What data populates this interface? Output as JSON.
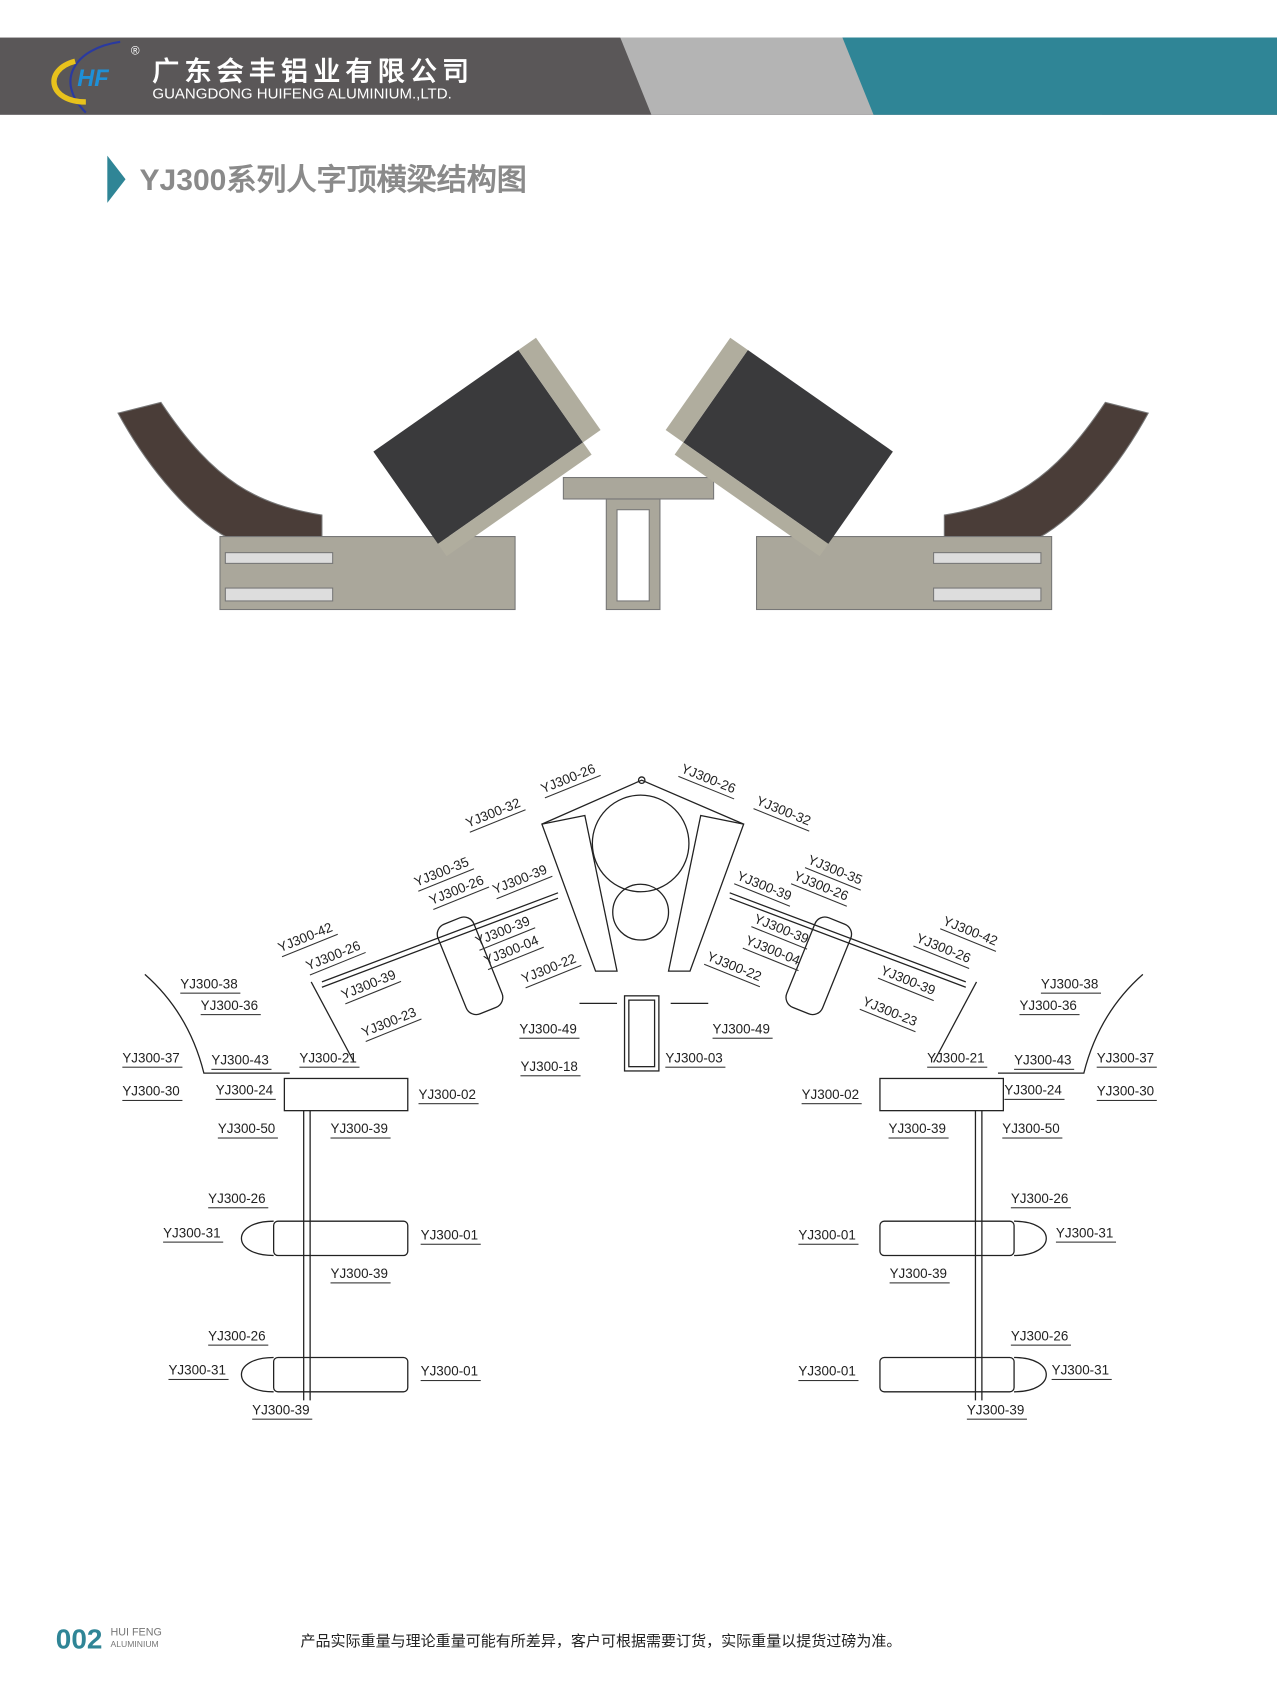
{
  "header": {
    "company_cn": "广东会丰铝业有限公司",
    "company_en": "GUANGDONG HUIFENG ALUMINIUM.,LTD.",
    "logo_text": "HF",
    "registered": "®",
    "colors": {
      "dark": "#5a5758",
      "grey": "#b4b4b4",
      "teal": "#2f8596"
    }
  },
  "page_title": "YJ300系列人字顶横梁结构图",
  "diagram": {
    "labels": [
      "YJ300-32",
      "YJ300-26",
      "YJ300-35",
      "YJ300-26",
      "YJ300-39",
      "YJ300-39",
      "YJ300-04",
      "YJ300-22",
      "YJ300-42",
      "YJ300-26",
      "YJ300-39",
      "YJ300-23",
      "YJ300-38",
      "YJ300-36",
      "YJ300-37",
      "YJ300-43",
      "YJ300-21",
      "YJ300-30",
      "YJ300-24",
      "YJ300-02",
      "YJ300-50",
      "YJ300-39",
      "YJ300-26",
      "YJ300-31",
      "YJ300-01",
      "YJ300-39",
      "YJ300-26",
      "YJ300-31",
      "YJ300-01",
      "YJ300-39",
      "YJ300-49",
      "YJ300-49",
      "YJ300-18",
      "YJ300-03",
      "YJ300-26",
      "YJ300-32",
      "YJ300-35",
      "YJ300-26",
      "YJ300-39",
      "YJ300-39",
      "YJ300-04",
      "YJ300-22",
      "YJ300-42",
      "YJ300-26",
      "YJ300-39",
      "YJ300-23",
      "YJ300-38",
      "YJ300-36",
      "YJ300-37",
      "YJ300-43",
      "YJ300-21",
      "YJ300-30",
      "YJ300-24",
      "YJ300-02",
      "YJ300-39",
      "YJ300-50",
      "YJ300-26",
      "YJ300-31",
      "YJ300-01",
      "YJ300-39",
      "YJ300-26",
      "YJ300-31",
      "YJ300-01",
      "YJ300-39"
    ]
  },
  "footer": {
    "page_number": "002",
    "brand_line1": "HUI FENG",
    "brand_line2": "ALUMINIUM",
    "note": "产品实际重量与理论重量可能有所差异，客户可根据需要订货，实际重量以提货过磅为准。"
  }
}
